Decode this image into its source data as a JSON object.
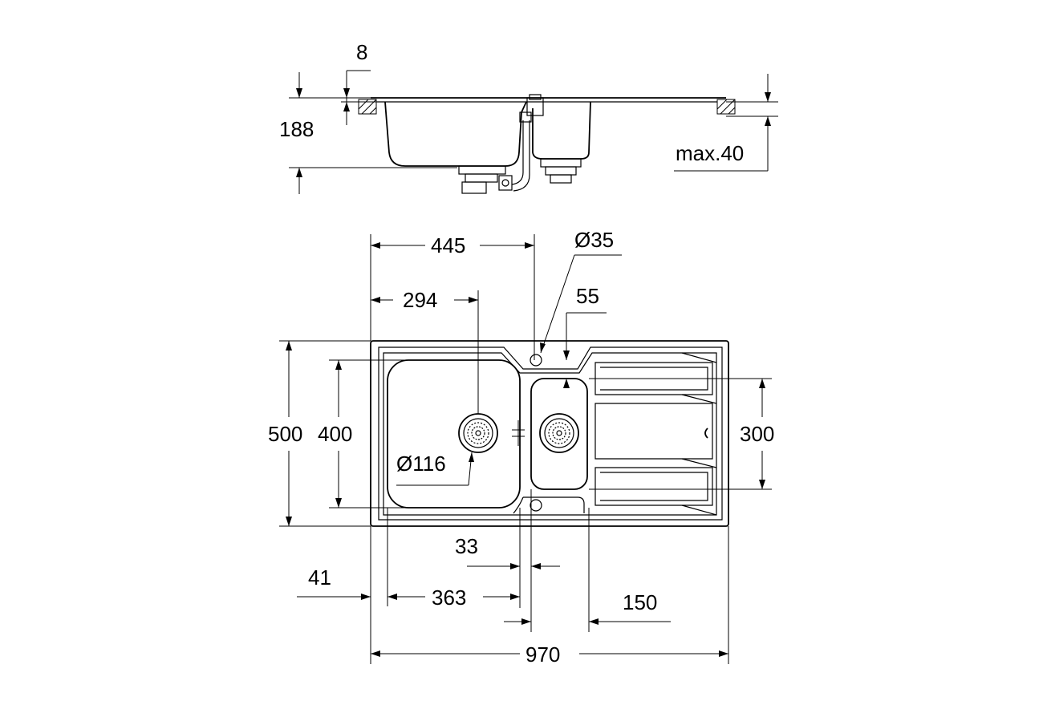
{
  "dimensions": {
    "flange_thickness": "8",
    "overall_depth": "188",
    "worktop_max": "max.40",
    "tap_hole_dia": "Ø35",
    "width_to_tap": "445",
    "width_to_main_drain": "294",
    "tap_to_small_bowl": "55",
    "overall_height": "500",
    "main_bowl_height": "400",
    "small_bowl_height": "300",
    "main_drain_dia": "Ø116",
    "bowl_gap": "33",
    "edge_margin": "41",
    "main_bowl_width": "363",
    "drainer_offset": "150",
    "overall_width": "970"
  }
}
